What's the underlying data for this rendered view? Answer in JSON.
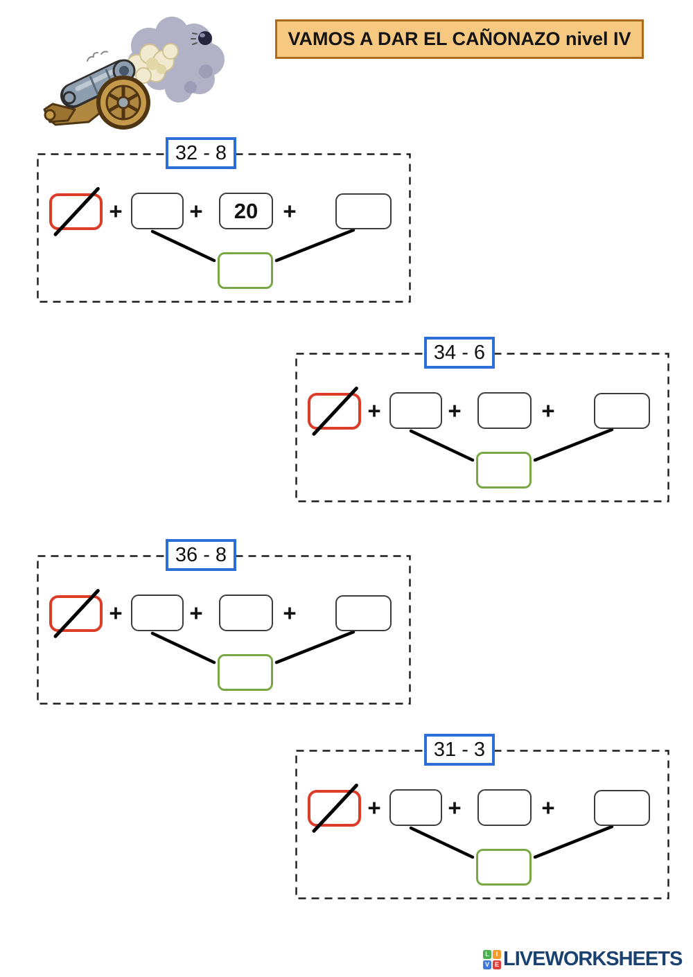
{
  "banner": {
    "text": "VAMOS A DAR EL CAÑONAZO nivel IV",
    "bg_color": "#F7C87F",
    "border_color": "#AC6A1E"
  },
  "illustration": {
    "name": "cannon-firing-cannonball"
  },
  "symbols": {
    "plus": "+"
  },
  "colors": {
    "crossed_box_border": "#DB3D29",
    "result_box_border": "#78A744",
    "problem_box_border": "#2B6FD6",
    "frame_dash": "#1a1a1a",
    "connector": "#000000"
  },
  "exercises": [
    {
      "title": "32 - 8",
      "boxes": [
        "",
        "",
        "20",
        ""
      ],
      "answer": ""
    },
    {
      "title": "34 - 6",
      "boxes": [
        "",
        "",
        "",
        ""
      ],
      "answer": ""
    },
    {
      "title": "36 - 8",
      "boxes": [
        "",
        "",
        "",
        ""
      ],
      "answer": ""
    },
    {
      "title": "31 - 3",
      "boxes": [
        "",
        "",
        "",
        ""
      ],
      "answer": ""
    }
  ],
  "footer": {
    "brand": "LIVEWORKSHEETS",
    "logo_letters": [
      "L",
      "I",
      "V",
      "E"
    ],
    "logo_colors": [
      "#4CAF50",
      "#F49B2C",
      "#3E79DB",
      "#E23D3D"
    ],
    "brand_color": "#1A416F"
  }
}
